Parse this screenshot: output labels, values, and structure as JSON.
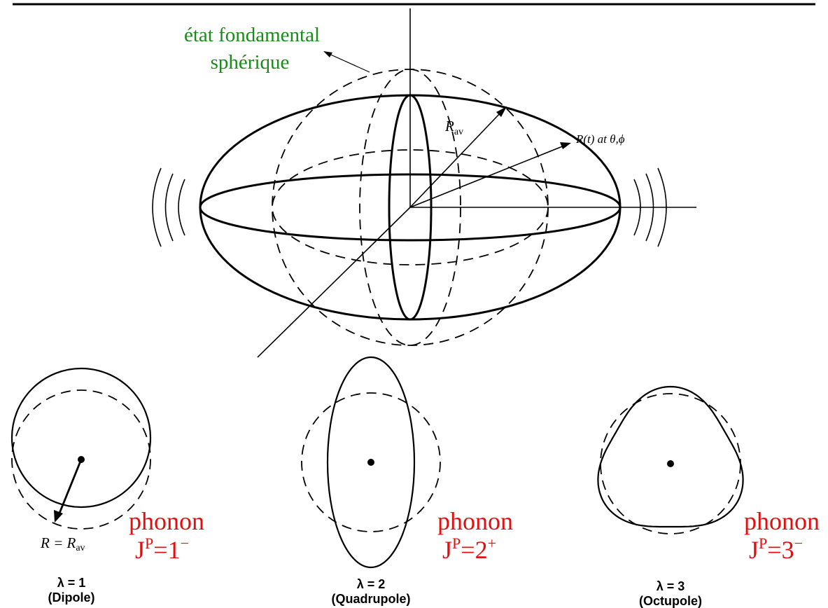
{
  "main_figure": {
    "ground_state_label_line1": "état fondamental",
    "ground_state_label_line2": "sphérique",
    "label_color": "#1a8a1a",
    "radius_avg_label": "R",
    "radius_avg_subscript": "av",
    "radius_time_label": "R(t) at θ,ϕ"
  },
  "modes": [
    {
      "lambda_label": "λ = 1",
      "name_label": "(Dipole)",
      "phonon_label": "phonon",
      "jp_label": "J",
      "jp_sup": "P",
      "jp_value": "=1",
      "jp_parity": "−",
      "radius_label": "R = R",
      "radius_sub": "av"
    },
    {
      "lambda_label": "λ = 2",
      "name_label": "(Quadrupole)",
      "phonon_label": "phonon",
      "jp_label": "J",
      "jp_sup": "P",
      "jp_value": "=2",
      "jp_parity": "+"
    },
    {
      "lambda_label": "λ = 3",
      "name_label": "(Octupole)",
      "phonon_label": "phonon",
      "jp_label": "J",
      "jp_sup": "P",
      "jp_value": "=3",
      "jp_parity": "−"
    }
  ],
  "colors": {
    "phonon": "#e01010",
    "ink": "#000000"
  }
}
